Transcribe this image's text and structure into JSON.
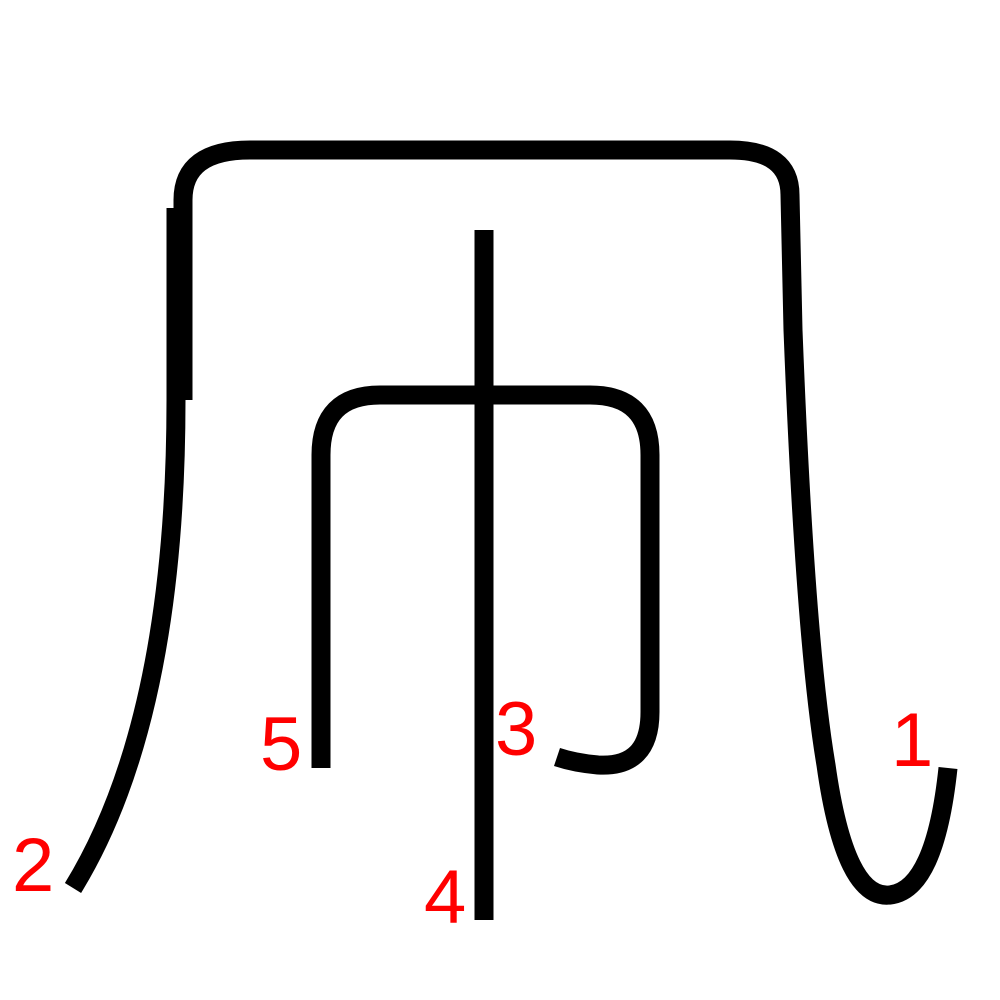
{
  "diagram": {
    "stroke_color": "#000000",
    "label_color": "#ff0000",
    "strokes": [
      {
        "order": "1",
        "label": "1",
        "shape": "outer frame: left lead-in, across the top, right side down with a hook"
      },
      {
        "order": "2",
        "label": "2",
        "shape": "left sweep curving down-left"
      },
      {
        "order": "3",
        "label": "3",
        "shape": "inner frame: across, right side down with hook"
      },
      {
        "order": "4",
        "label": "4",
        "shape": "central vertical"
      },
      {
        "order": "5",
        "label": "5",
        "shape": "inner left vertical"
      }
    ]
  }
}
